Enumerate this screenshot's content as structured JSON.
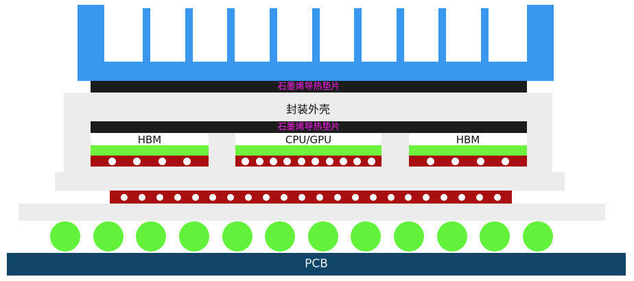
{
  "labels": {
    "top_pad": "石墨烯导热垫片",
    "housing": "封装外壳",
    "inner_pad": "石墨烯导热垫片",
    "hbm_left": "HBM",
    "cpu_gpu": "CPU/GPU",
    "hbm_right": "HBM",
    "pcb": "PCB"
  },
  "colors": {
    "heat_sink": "#3a97ee",
    "thermal_pad": "#1c1c1c",
    "pad_label": "#ff1ff0",
    "housing": "#ececec",
    "die_green": "#6ff23e",
    "bump_red": "#a90f11",
    "solder_ball": "#62f23c",
    "pcb": "#114668"
  },
  "counts": {
    "hbm_left_bumps": 4,
    "cpu_bumps": 10,
    "hbm_right_bumps": 4,
    "interposer_bumps": 22,
    "solder_balls": 12,
    "heat_sink_fins": 9
  }
}
